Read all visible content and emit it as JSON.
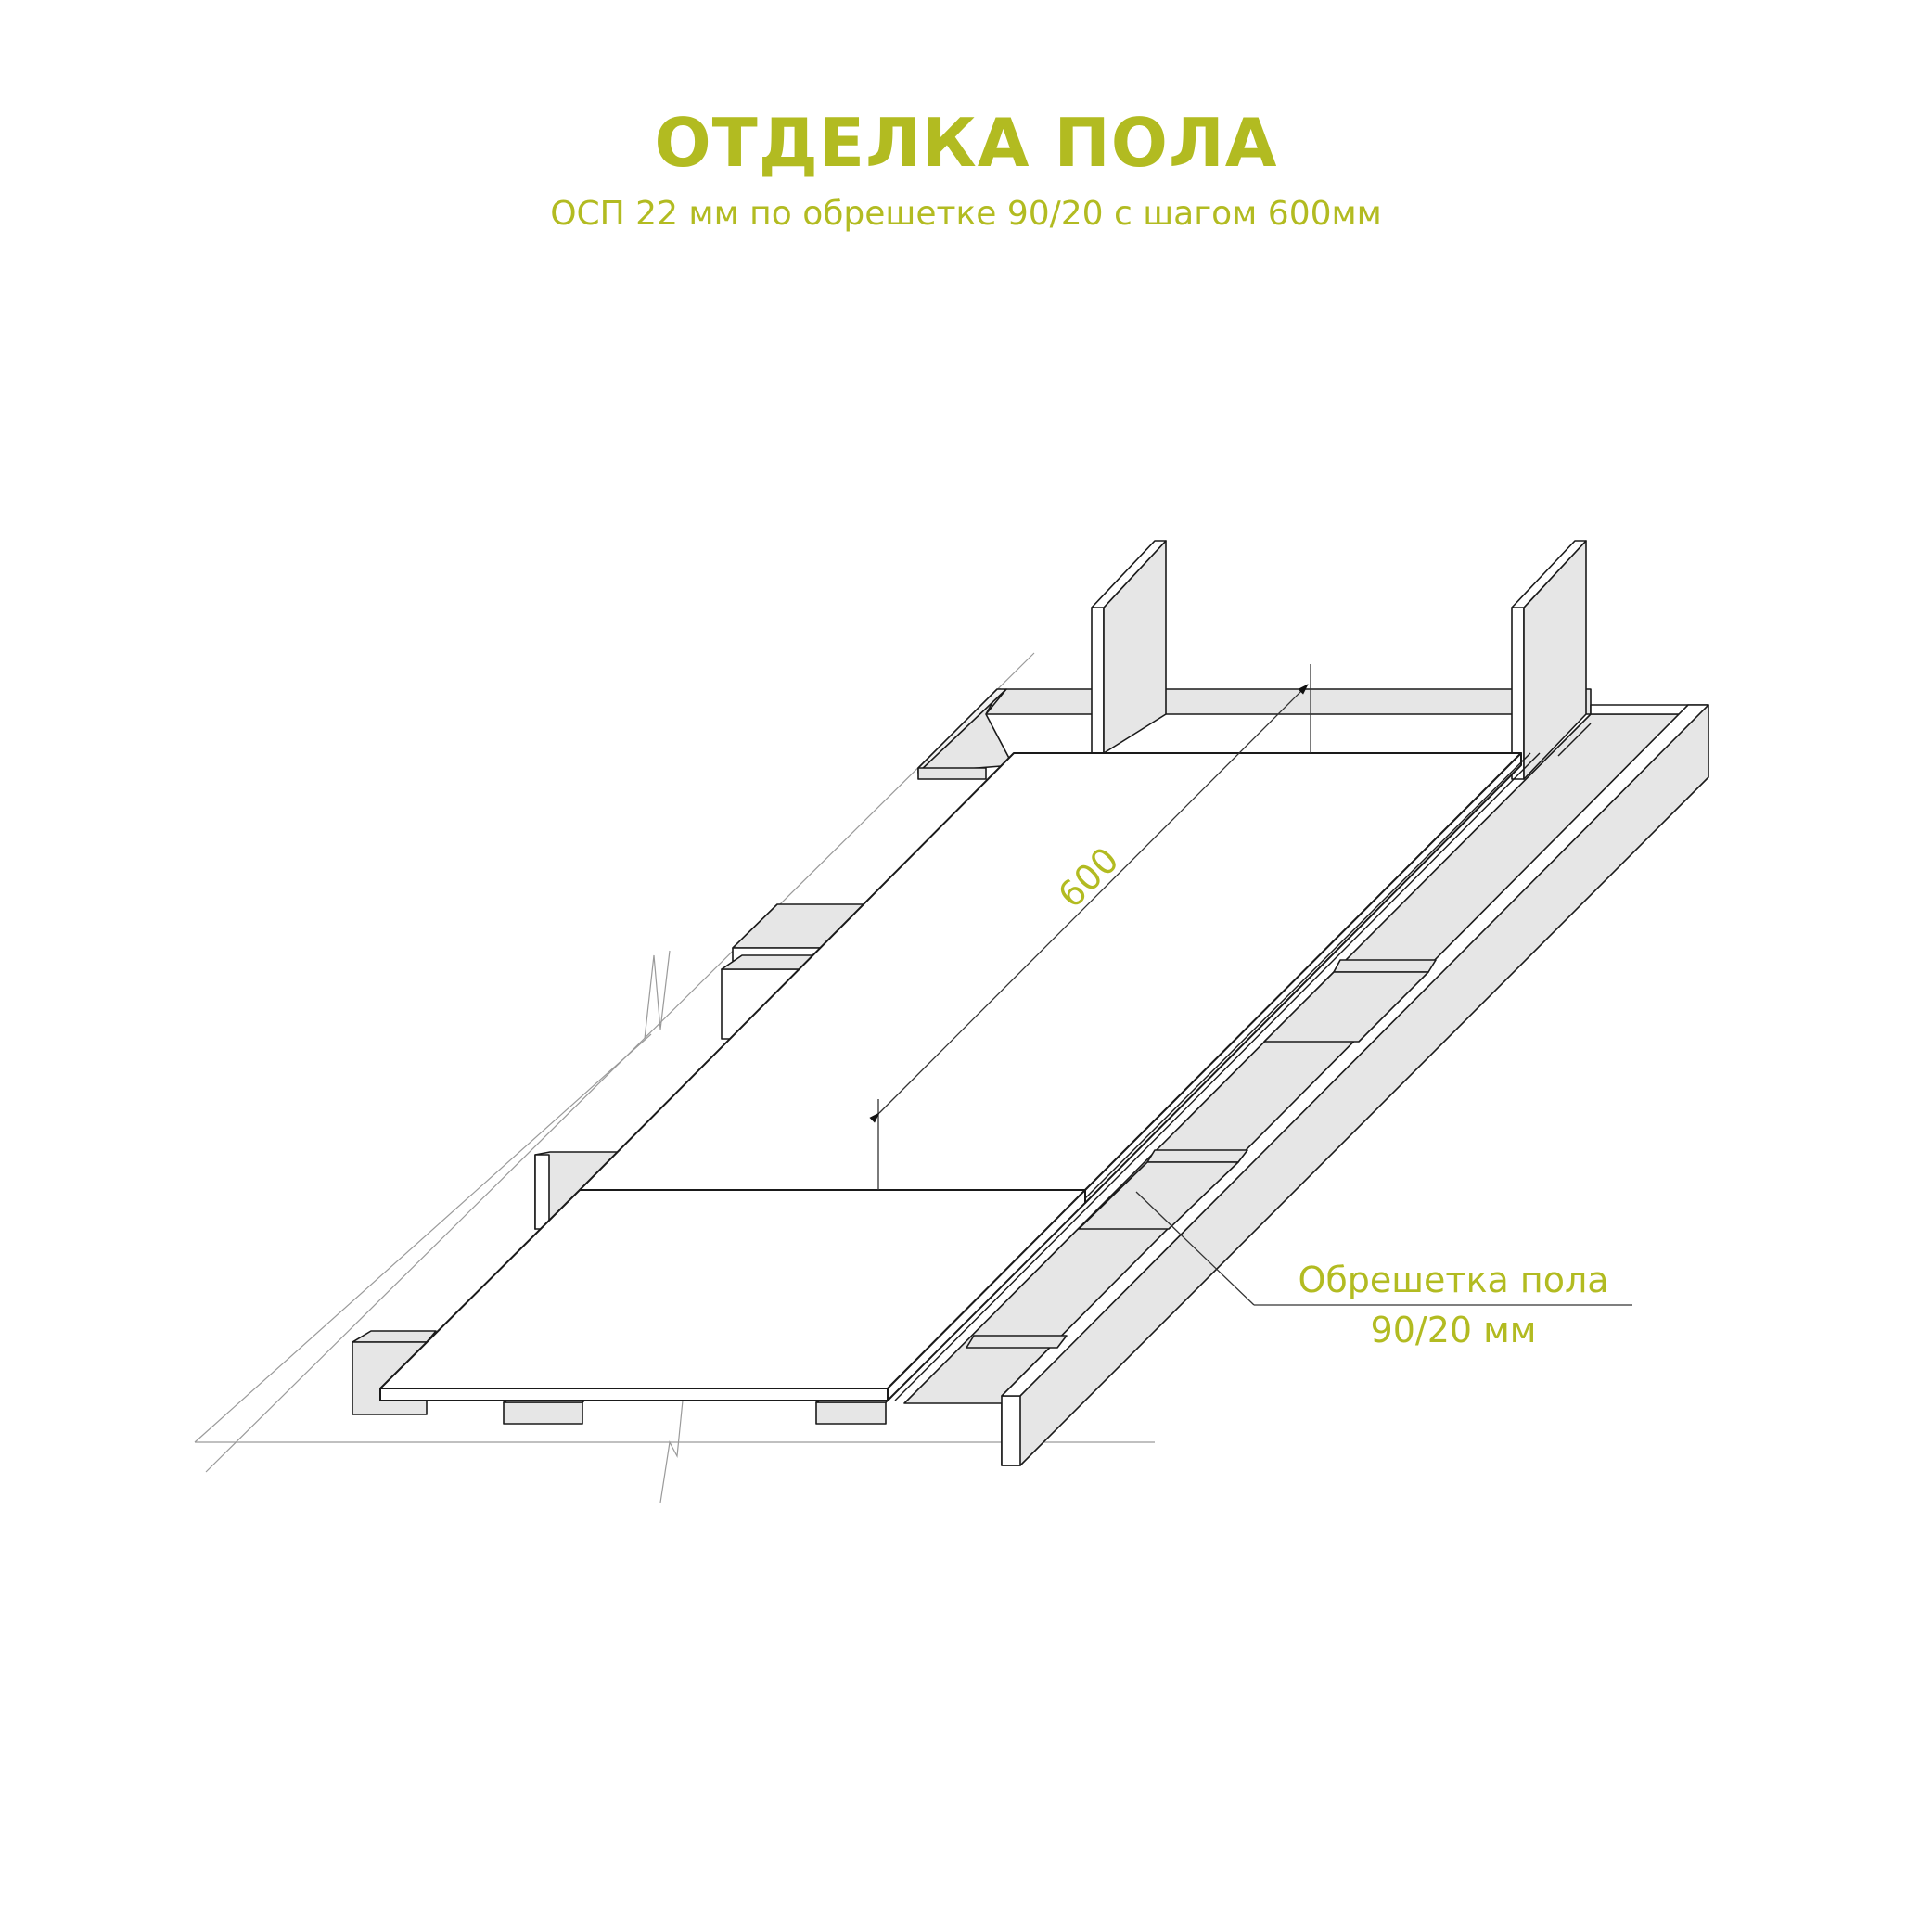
{
  "header": {
    "title": "ОТДЕЛКА ПОЛА",
    "subtitle": "ОСП 22 мм по обрешетке 90/20 с шагом 600мм"
  },
  "dimension": {
    "value": "600"
  },
  "callout": {
    "line1": "Обрешетка пола",
    "line2": "90/20 мм"
  },
  "colors": {
    "accent": "#b2bb21",
    "lath_fill": "#e6e6e6",
    "outline": "#1a1a1a",
    "guide": "#9a9a9a"
  }
}
